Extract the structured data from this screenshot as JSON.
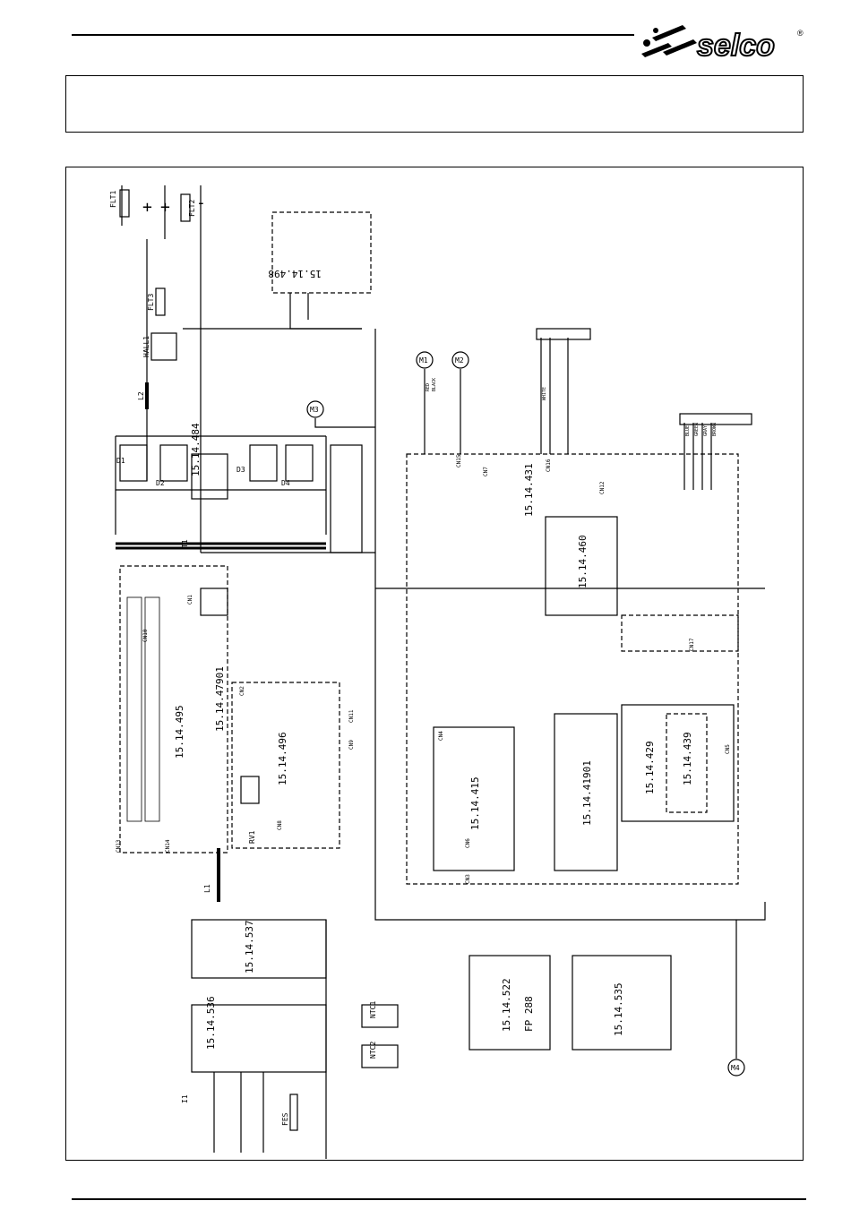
{
  "brand": {
    "name": "selco",
    "registered_mark": "®"
  },
  "board_labels": [
    "15.14.498",
    "15.14.484",
    "15.14.431",
    "15.14.460",
    "15.14.495",
    "15.14.47901",
    "15.14.496",
    "15.14.415",
    "15.14.41901",
    "15.14.429",
    "15.14.439",
    "15.14.537",
    "15.14.536",
    "15.14.522",
    "FP 288",
    "15.14.535"
  ],
  "component_labels": {
    "motors": [
      "M1",
      "M2",
      "M3",
      "M4"
    ],
    "filters": [
      "FLT1",
      "FLT2",
      "FLT3"
    ],
    "diodes": [
      "D1",
      "D2",
      "D3",
      "D4"
    ],
    "misc": [
      "HALL1",
      "L1",
      "L2",
      "T1",
      "RV1",
      "I1",
      "FES",
      "NTC1",
      "NTC2"
    ]
  },
  "connector_labels": [
    "CN1",
    "CN2",
    "CN3",
    "CN4",
    "CN5",
    "CN6",
    "CN7",
    "CN8",
    "CN9",
    "CN10",
    "CN11",
    "CN12",
    "CN13",
    "CN14",
    "CN15",
    "CN16",
    "CN17"
  ],
  "wire_colors": [
    "RED",
    "BLACK",
    "WHITE",
    "BLUE",
    "GREEN",
    "GRAY",
    "BROWN"
  ],
  "power_terminals": [
    "+",
    "+",
    "-"
  ]
}
